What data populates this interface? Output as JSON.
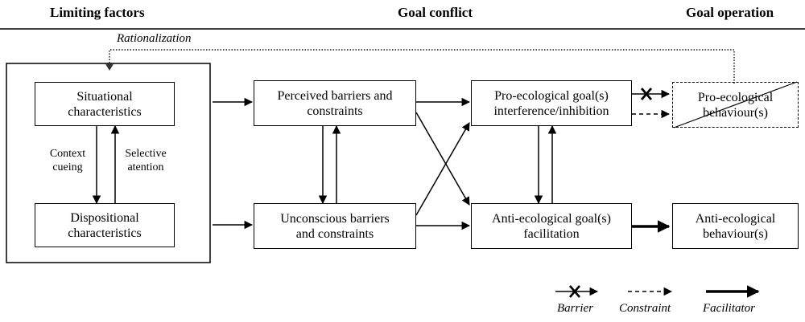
{
  "headers": {
    "limiting": "Limiting factors",
    "conflict": "Goal conflict",
    "operation": "Goal operation"
  },
  "rationalization": "Rationalization",
  "boxes": {
    "situational": "Situational\ncharacteristics",
    "dispositional": "Dispositional\ncharacteristics",
    "perceived": "Perceived barriers and\nconstraints",
    "unconscious": "Unconscious barriers\nand constraints",
    "pro_goal": "Pro-ecological  goal(s)\ninterference/inhibition",
    "anti_goal": "Anti-ecological  goal(s)\nfacilitation",
    "pro_behaviour": "Pro-ecological\nbehaviour(s)",
    "anti_behaviour": "Anti-ecological\nbehaviour(s)"
  },
  "arrow_labels": {
    "context_cueing": "Context\ncueing",
    "selective_attention": "Selective\natention"
  },
  "legend": {
    "barrier": "Barrier",
    "constraint": "Constraint",
    "facilitator": "Facilitator"
  }
}
